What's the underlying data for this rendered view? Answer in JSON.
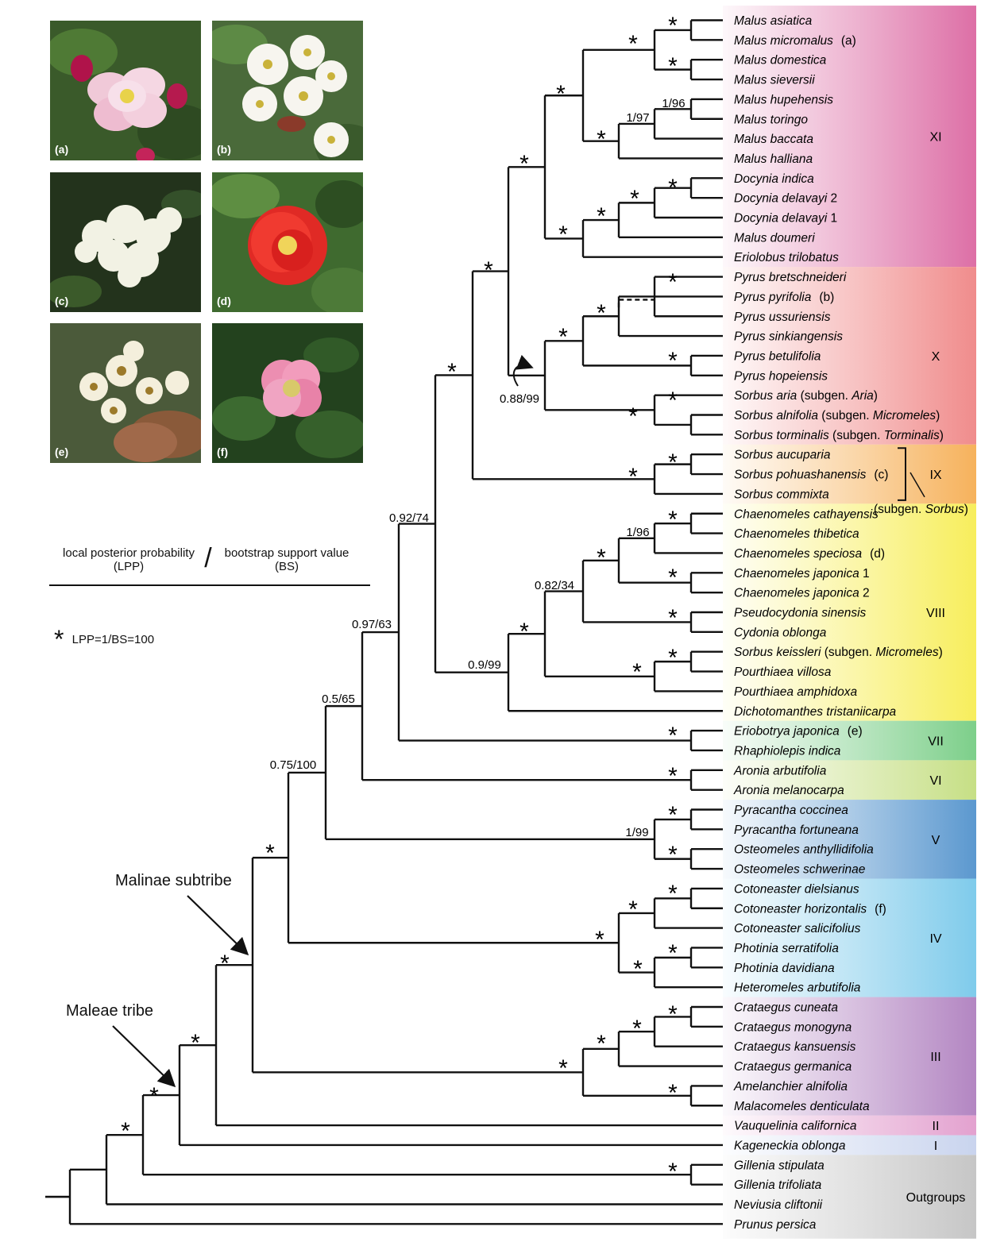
{
  "photos": [
    {
      "label": "(a)"
    },
    {
      "label": "(b)"
    },
    {
      "label": "(c)"
    },
    {
      "label": "(d)"
    },
    {
      "label": "(e)"
    },
    {
      "label": "(f)"
    }
  ],
  "legend": {
    "lpp_label": "local posterior probability",
    "lpp_abbr": "(LPP)",
    "slash": "/",
    "bs_label": "bootstrap support value",
    "bs_abbr": "(BS)",
    "star_symbol": "*",
    "star_meaning": "LPP=1/BS=100"
  },
  "annotations": {
    "malinae": "Malinae subtribe",
    "maleae": "Maleae tribe"
  },
  "taxa": [
    {
      "name": "Malus asiatica"
    },
    {
      "name": "Malus micromalus",
      "note": "(a)"
    },
    {
      "name": "Malus domestica"
    },
    {
      "name": "Malus sieversii"
    },
    {
      "name": "Malus hupehensis"
    },
    {
      "name": "Malus toringo"
    },
    {
      "name": "Malus baccata"
    },
    {
      "name": "Malus halliana"
    },
    {
      "name": "Docynia indica"
    },
    {
      "name": "Docynia delavayi",
      "suffix": " 2"
    },
    {
      "name": "Docynia delavayi",
      "suffix": " 1"
    },
    {
      "name": "Malus doumeri"
    },
    {
      "name": "Eriolobus trilobatus"
    },
    {
      "name": "Pyrus bretschneideri"
    },
    {
      "name": "Pyrus pyrifolia",
      "note": "(b)"
    },
    {
      "name": "Pyrus ussuriensis"
    },
    {
      "name": "Pyrus sinkiangensis"
    },
    {
      "name": "Pyrus betulifolia"
    },
    {
      "name": "Pyrus hopeiensis"
    },
    {
      "name": "Sorbus aria",
      "suffix": " (subgen. ",
      "subgen": "Aria",
      "close": ")"
    },
    {
      "name": "Sorbus alnifolia",
      "suffix": " (subgen. ",
      "subgen": "Micromeles",
      "close": ")"
    },
    {
      "name": "Sorbus torminalis",
      "suffix": " (subgen. ",
      "subgen": "Torminalis",
      "close": ")"
    },
    {
      "name": "Sorbus aucuparia"
    },
    {
      "name": "Sorbus pohuashanensis",
      "note": "(c)"
    },
    {
      "name": "Sorbus commixta"
    },
    {
      "name": "Chaenomeles cathayensis"
    },
    {
      "name": "Chaenomeles thibetica"
    },
    {
      "name": "Chaenomeles speciosa",
      "note": "(d)"
    },
    {
      "name": "Chaenomeles japonica",
      "suffix": " 1"
    },
    {
      "name": "Chaenomeles japonica",
      "suffix": " 2"
    },
    {
      "name": "Pseudocydonia sinensis"
    },
    {
      "name": "Cydonia oblonga"
    },
    {
      "name": "Sorbus keissleri",
      "suffix": " (subgen. ",
      "subgen": "Micromeles",
      "close": ")"
    },
    {
      "name": "Pourthiaea villosa"
    },
    {
      "name": "Pourthiaea amphidoxa"
    },
    {
      "name": "Dichotomanthes tristaniicarpa"
    },
    {
      "name": "Eriobotrya japonica",
      "note": "(e)"
    },
    {
      "name": "Rhaphiolepis indica"
    },
    {
      "name": "Aronia arbutifolia"
    },
    {
      "name": "Aronia melanocarpa"
    },
    {
      "name": "Pyracantha coccinea"
    },
    {
      "name": "Pyracantha fortuneana"
    },
    {
      "name": "Osteomeles anthyllidifolia"
    },
    {
      "name": "Osteomeles schwerinae"
    },
    {
      "name": "Cotoneaster dielsianus"
    },
    {
      "name": "Cotoneaster horizontalis",
      "note": "(f)"
    },
    {
      "name": "Cotoneaster salicifolius"
    },
    {
      "name": "Photinia serratifolia"
    },
    {
      "name": "Photinia davidiana"
    },
    {
      "name": "Heteromeles arbutifolia"
    },
    {
      "name": "Crataegus cuneata"
    },
    {
      "name": "Crataegus monogyna"
    },
    {
      "name": "Crataegus kansuensis"
    },
    {
      "name": "Crataegus germanica"
    },
    {
      "name": "Amelanchier alnifolia"
    },
    {
      "name": "Malacomeles denticulata"
    },
    {
      "name": "Vauquelinia californica"
    },
    {
      "name": "Kageneckia oblonga"
    },
    {
      "name": "Gillenia stipulata"
    },
    {
      "name": "Gillenia trifoliata"
    },
    {
      "name": "Neviusia cliftonii"
    },
    {
      "name": "Prunus persica"
    }
  ],
  "clades": [
    {
      "label": "XI",
      "color": "#dd6fa6",
      "from": 0,
      "to": 12
    },
    {
      "label": "X",
      "color": "#f08c8c",
      "from": 13,
      "to": 21
    },
    {
      "label": "IX",
      "color": "#f6b25c",
      "from": 22,
      "to": 24
    },
    {
      "label": "VIII",
      "color": "#f7ee5c",
      "from": 25,
      "to": 35
    },
    {
      "label": "VII",
      "color": "#7dcf8a",
      "from": 36,
      "to": 37
    },
    {
      "label": "VI",
      "color": "#c6df85",
      "from": 38,
      "to": 39
    },
    {
      "label": "V",
      "color": "#5b98cf",
      "from": 40,
      "to": 43
    },
    {
      "label": "IV",
      "color": "#7fcbeb",
      "from": 44,
      "to": 49
    },
    {
      "label": "III",
      "color": "#b386c2",
      "from": 50,
      "to": 55
    },
    {
      "label": "II",
      "color": "#e3a1cf",
      "from": 56,
      "to": 56
    },
    {
      "label": "I",
      "color": "#c9d4ee",
      "from": 57,
      "to": 57
    },
    {
      "label": "Outgroups",
      "color": "#c6c6c6",
      "from": 58,
      "to": 61
    }
  ],
  "subgen_note": {
    "prefix": "(subgen. ",
    "italic": "Sorbus",
    "close": ")"
  },
  "support_values": [
    "1/96",
    "1/97",
    "0.88/99",
    "0.92/74",
    "1/96",
    "0.82/34",
    "0.97/63",
    "0.9/99",
    "0.5/65",
    "0.75/100",
    "1/99"
  ]
}
